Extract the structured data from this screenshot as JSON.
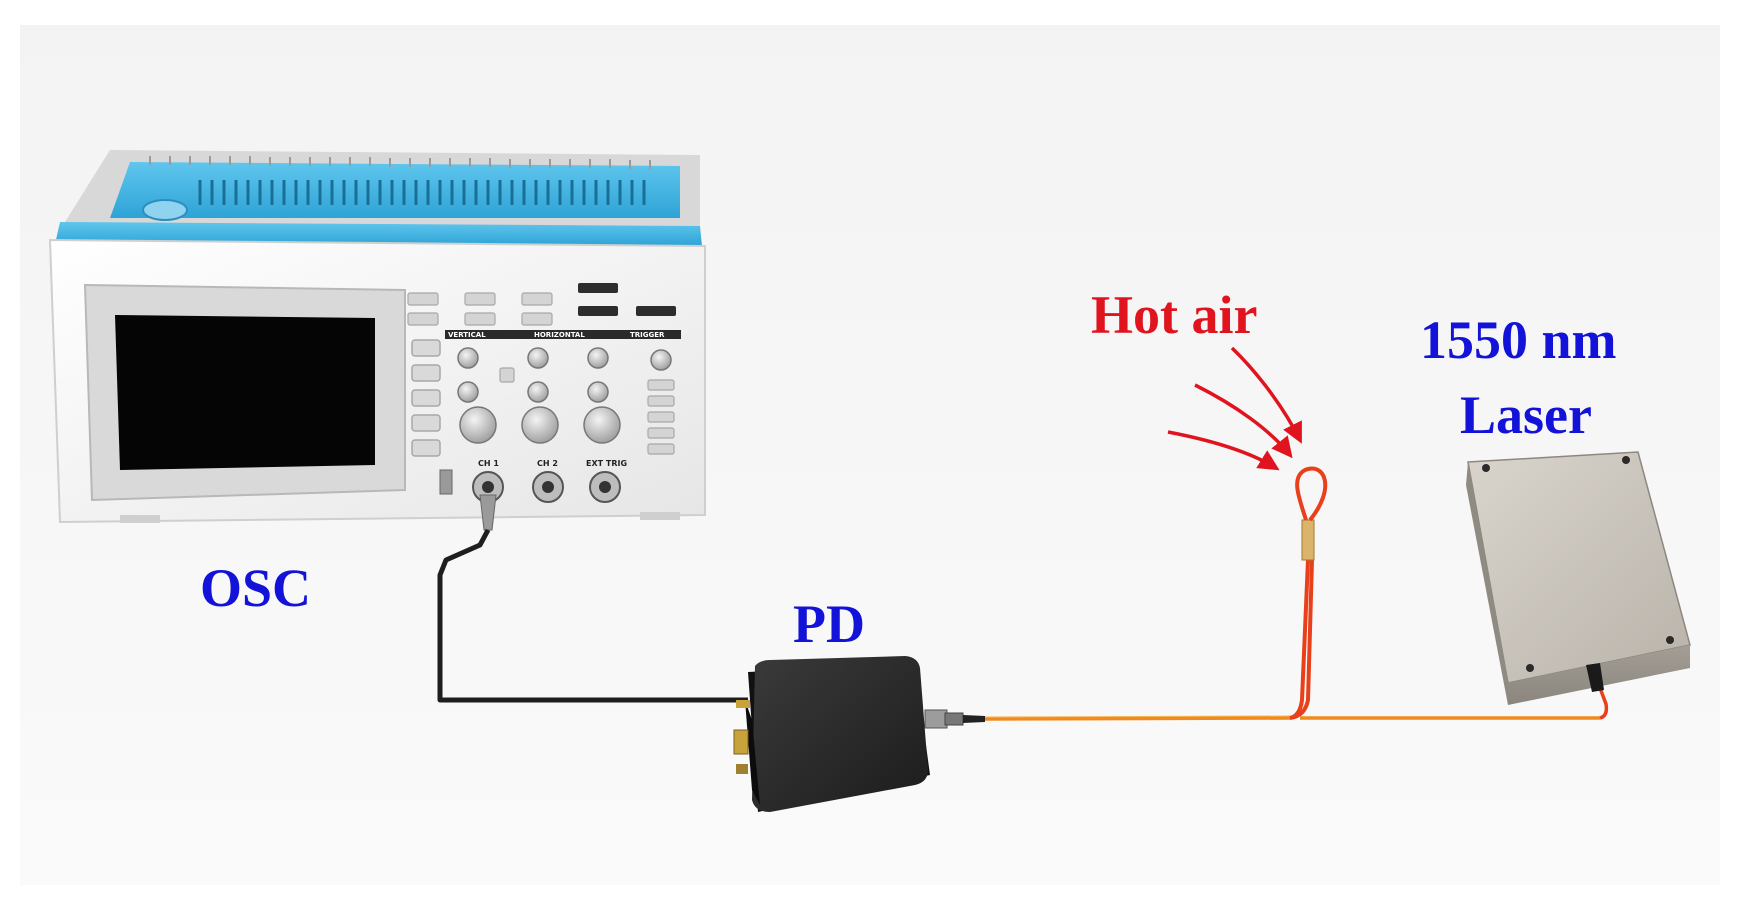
{
  "labels": {
    "osc": "OSC",
    "pd": "PD",
    "hot_air": "Hot air",
    "laser_line1": "1550 nm",
    "laser_line2": "Laser"
  },
  "oscilloscope_panel": {
    "section_vertical": "VERTICAL",
    "section_horizontal": "HORIZONTAL",
    "section_trigger": "TRIGGER",
    "ch1": "CH 1",
    "ch2": "CH 2",
    "ext_trig": "EXT TRIG"
  },
  "colors": {
    "label_blue": "#1212d8",
    "hot_air_red": "#e0141e",
    "fiber_orange": "#f08a1c",
    "fiber_red": "#e8401a",
    "osc_accent": "#3cb6e6"
  },
  "icons": {
    "heat_arrows": "curved-arrow-icon",
    "fiber_loop": "fiber-loop-icon"
  }
}
